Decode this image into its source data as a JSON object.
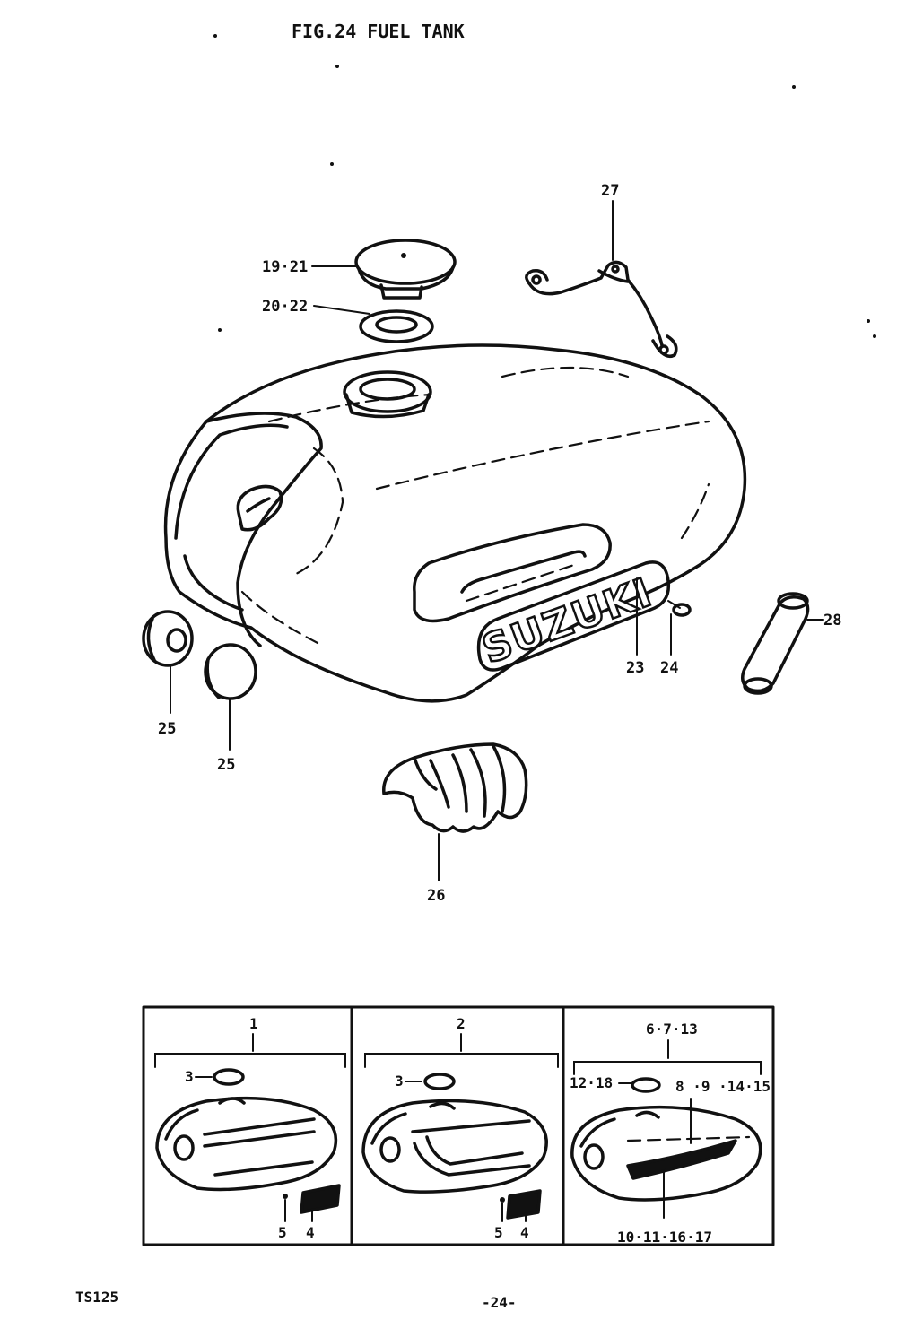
{
  "title": "FIG.24  FUEL TANK",
  "callouts": {
    "c19_21": "19·21",
    "c20_22": "20·22",
    "c27": "27",
    "c28": "28",
    "c23": "23",
    "c24": "24",
    "c25a": "25",
    "c25b": "25",
    "c26": "26"
  },
  "logo_text": "SUZUKI",
  "inset": {
    "panel1": {
      "top": "1",
      "cap": "3",
      "bottom_a": "5",
      "bottom_b": "4"
    },
    "panel2": {
      "top": "2",
      "cap": "3",
      "bottom_a": "5",
      "bottom_b": "4"
    },
    "panel3": {
      "top": "6·7·13",
      "cap": "12·18",
      "stripe_top": "8 ·9 ·14·15",
      "stripe_bottom": "10·11·16·17"
    }
  },
  "footer": {
    "model": "TS125",
    "page": "-24-"
  }
}
